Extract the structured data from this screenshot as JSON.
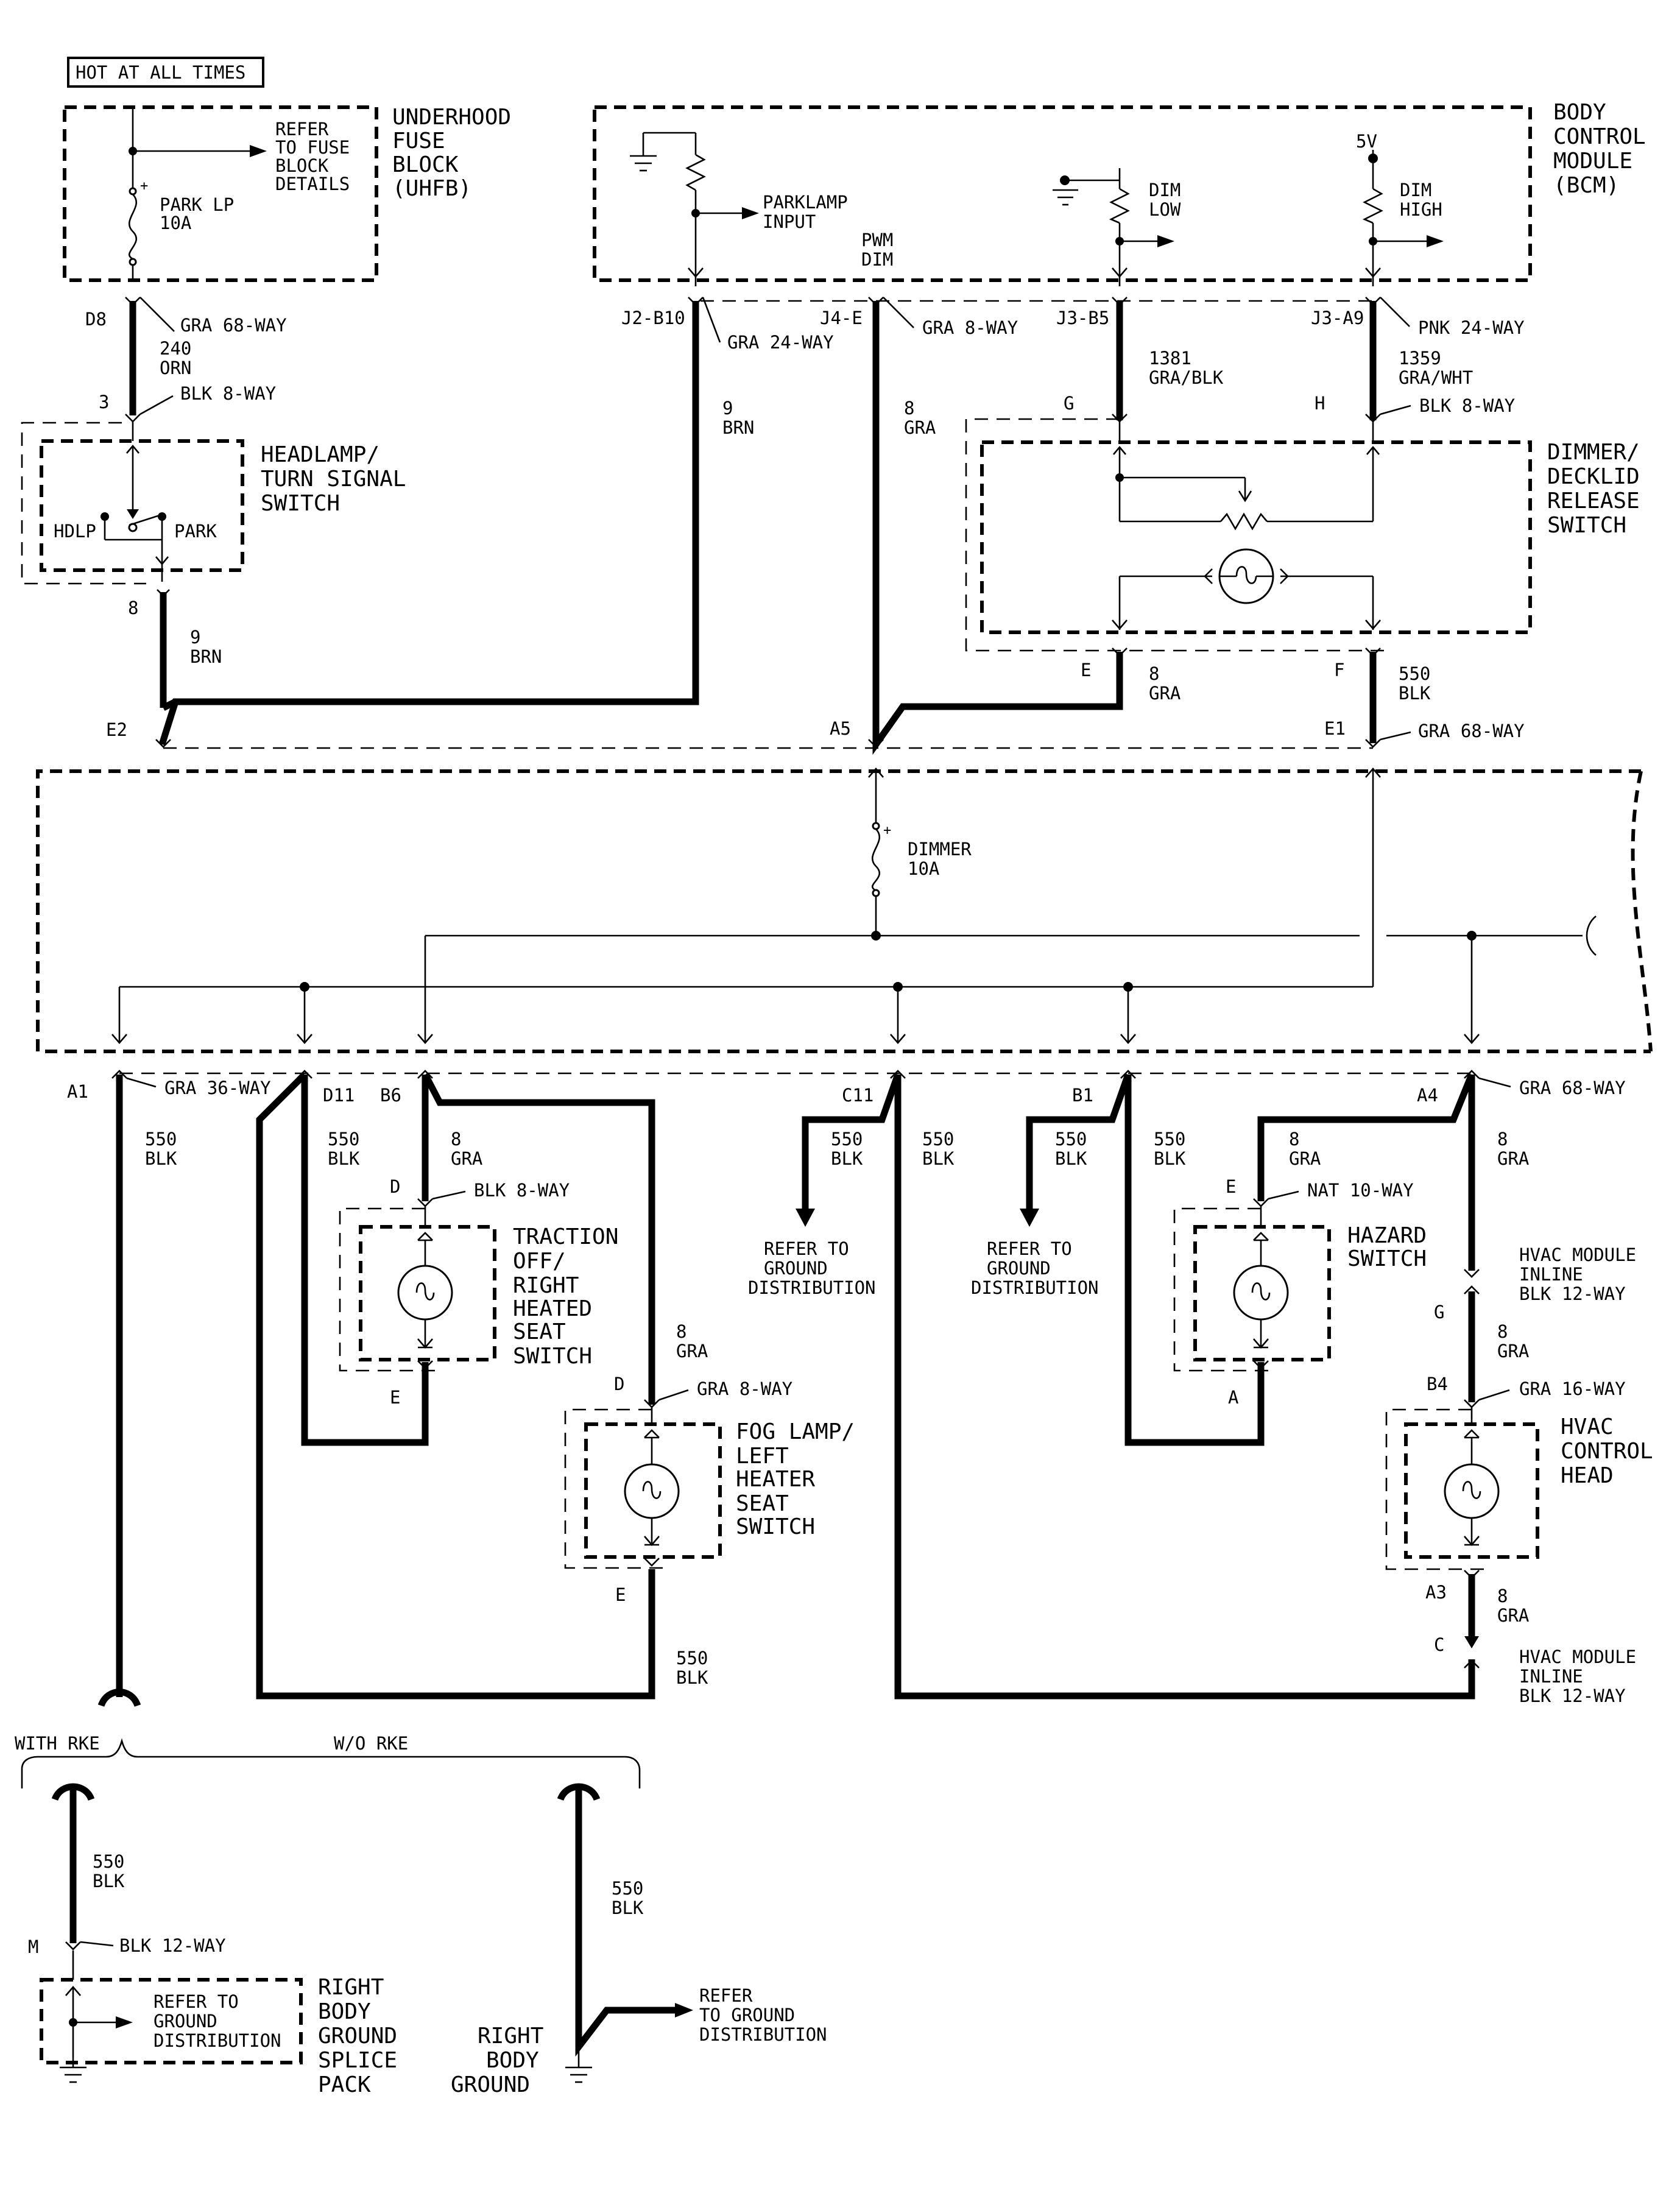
{
  "hot_at_all_times": "HOT AT ALL TIMES",
  "uhfb": {
    "title": [
      "UNDERHOOD",
      "FUSE",
      "BLOCK",
      "(UHFB)"
    ],
    "refer": [
      "REFER",
      "TO FUSE",
      "BLOCK",
      "DETAILS"
    ],
    "fuse": [
      "PARK LP",
      "10A"
    ]
  },
  "bcm": {
    "title": [
      "BODY",
      "CONTROL",
      "MODULE",
      "(BCM)"
    ],
    "parklamp_input": [
      "PARKLAMP",
      "INPUT"
    ],
    "pwm_dim": [
      "PWM",
      "DIM"
    ],
    "dim_low": [
      "DIM",
      "LOW"
    ],
    "dim_high": [
      "DIM",
      "HIGH"
    ],
    "five_v": "5V"
  },
  "headlamp_switch": {
    "title": [
      "HEADLAMP/",
      "TURN SIGNAL",
      "SWITCH"
    ],
    "hdlp": "HDLP",
    "park": "PARK"
  },
  "dimmer_switch": {
    "title": [
      "DIMMER/",
      "DECKLID",
      "RELEASE",
      "SWITCH"
    ]
  },
  "dimmer_fuse": [
    "DIMMER",
    "10A"
  ],
  "traction_switch": {
    "title": [
      "TRACTION",
      "OFF/",
      "RIGHT",
      "HEATED",
      "SEAT",
      "SWITCH"
    ]
  },
  "fog_switch": {
    "title": [
      "FOG LAMP/",
      "LEFT",
      "HEATER",
      "SEAT",
      "SWITCH"
    ]
  },
  "hazard_switch": {
    "title": [
      "HAZARD",
      "SWITCH"
    ]
  },
  "hvac_head": {
    "title": [
      "HVAC",
      "CONTROL",
      "HEAD"
    ]
  },
  "hvac_inline_1": [
    "HVAC MODULE",
    "INLINE",
    "BLK 12-WAY"
  ],
  "hvac_inline_2": [
    "HVAC MODULE",
    "INLINE",
    "BLK 12-WAY"
  ],
  "refer_ground": [
    "REFER TO",
    "GROUND",
    "DISTRIBUTION"
  ],
  "refer_ground_b": [
    "REFER",
    "TO GROUND",
    "DISTRIBUTION"
  ],
  "right_body_ground_splice": {
    "title": [
      "RIGHT",
      "BODY",
      "GROUND",
      "SPLICE",
      "PACK"
    ],
    "refer": [
      "REFER TO",
      "GROUND",
      "DISTRIBUTION"
    ]
  },
  "right_body_ground": [
    "RIGHT",
    "BODY",
    "GROUND"
  ],
  "with_rke": "WITH RKE",
  "wo_rke": "W/O RKE",
  "connectors": {
    "d8": "D8",
    "c3": "3",
    "c8": "8",
    "e2": "E2",
    "j2b10": "J2-B10",
    "j4e": "J4-E",
    "j3b5": "J3-B5",
    "j3a9": "J3-A9",
    "g": "G",
    "h": "H",
    "e": "E",
    "f": "F",
    "a5": "A5",
    "e1": "E1",
    "a1": "A1",
    "d11": "D11",
    "b6": "B6",
    "c11": "C11",
    "b1": "B1",
    "a4": "A4",
    "trac_d": "D",
    "trac_e": "E",
    "fog_d": "D",
    "fog_e": "E",
    "haz_e": "E",
    "haz_a": "A",
    "hvac_g": "G",
    "hvac_b4": "B4",
    "hvac_a3": "A3",
    "hvac_c": "C",
    "m": "M"
  },
  "connector_names": {
    "gra68_top": "GRA 68-WAY",
    "blk8_hl": "BLK 8-WAY",
    "gra24": "GRA 24-WAY",
    "gra8_j4": "GRA 8-WAY",
    "pnk24": "PNK 24-WAY",
    "blk8_dim": "BLK 8-WAY",
    "gra68_e1": "GRA 68-WAY",
    "gra36": "GRA 36-WAY",
    "gra68_a4": "GRA 68-WAY",
    "blk8_trac": "BLK 8-WAY",
    "gra8_fog": "GRA 8-WAY",
    "nat10": "NAT 10-WAY",
    "gra16": "GRA 16-WAY",
    "blk12_m": "BLK 12-WAY"
  },
  "wires": {
    "w240": [
      "240",
      "ORN"
    ],
    "w9a": [
      "9",
      "BRN"
    ],
    "w9b": [
      "9",
      "BRN"
    ],
    "w8_j4": [
      "8",
      "GRA"
    ],
    "w1381": [
      "1381",
      "GRA/BLK"
    ],
    "w1359": [
      "1359",
      "GRA/WHT"
    ],
    "w8_e": [
      "8",
      "GRA"
    ],
    "w550_f": [
      "550",
      "BLK"
    ],
    "w550_a1": [
      "550",
      "BLK"
    ],
    "w550_d11": [
      "550",
      "BLK"
    ],
    "w8_b6": [
      "8",
      "GRA"
    ],
    "w8_fog": [
      "8",
      "GRA"
    ],
    "w550_fog": [
      "550",
      "BLK"
    ],
    "w550_c11a": [
      "550",
      "BLK"
    ],
    "w550_c11b": [
      "550",
      "BLK"
    ],
    "w550_b1a": [
      "550",
      "BLK"
    ],
    "w550_b1b": [
      "550",
      "BLK"
    ],
    "w8_haz": [
      "8",
      "GRA"
    ],
    "w8_a4": [
      "8",
      "GRA"
    ],
    "w8_hvac_g": [
      "8",
      "GRA"
    ],
    "w8_hvac_a3": [
      "8",
      "GRA"
    ],
    "w550_rke": [
      "550",
      "BLK"
    ],
    "w550_worke": [
      "550",
      "BLK"
    ]
  }
}
